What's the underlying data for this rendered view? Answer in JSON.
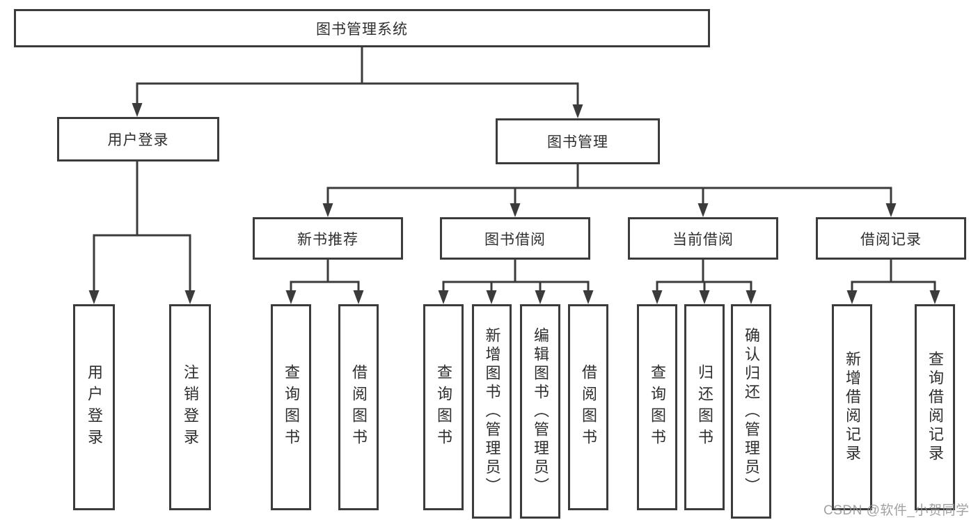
{
  "diagram": {
    "type": "hierarchy-tree",
    "title": "图书管理系统",
    "watermark": "CSDN @软件_小贺同学",
    "colors": {
      "line": "#3b3b3b",
      "box_border": "#3b3b3b",
      "text": "#2e2e2e",
      "background": "#ffffff",
      "watermark": "#919191"
    },
    "nodes": {
      "root": {
        "label": "图书管理系统"
      },
      "userLogin": {
        "label": "用户登录",
        "children": {
          "login": {
            "label": "用户登录"
          },
          "logout": {
            "label": "注销登录"
          }
        }
      },
      "bookMgmt": {
        "label": "图书管理",
        "children": {
          "newBooks": {
            "label": "新书推荐",
            "children": {
              "query": {
                "label": "查询图书"
              },
              "borrow": {
                "label": "借阅图书"
              }
            }
          },
          "bookBorrow": {
            "label": "图书借阅",
            "children": {
              "query": {
                "label": "查询图书"
              },
              "add": {
                "label": "新增图书（管理员）"
              },
              "edit": {
                "label": "编辑图书（管理员）"
              },
              "borrow": {
                "label": "借阅图书"
              }
            }
          },
          "currentBorrow": {
            "label": "当前借阅",
            "children": {
              "query": {
                "label": "查询图书"
              },
              "return": {
                "label": "归还图书"
              },
              "confirm": {
                "label": "确认归还（管理员）"
              }
            }
          },
          "borrowRecords": {
            "label": "借阅记录",
            "children": {
              "add": {
                "label": "新增借阅记录"
              },
              "query": {
                "label": "查询借阅记录"
              }
            }
          }
        }
      }
    }
  }
}
